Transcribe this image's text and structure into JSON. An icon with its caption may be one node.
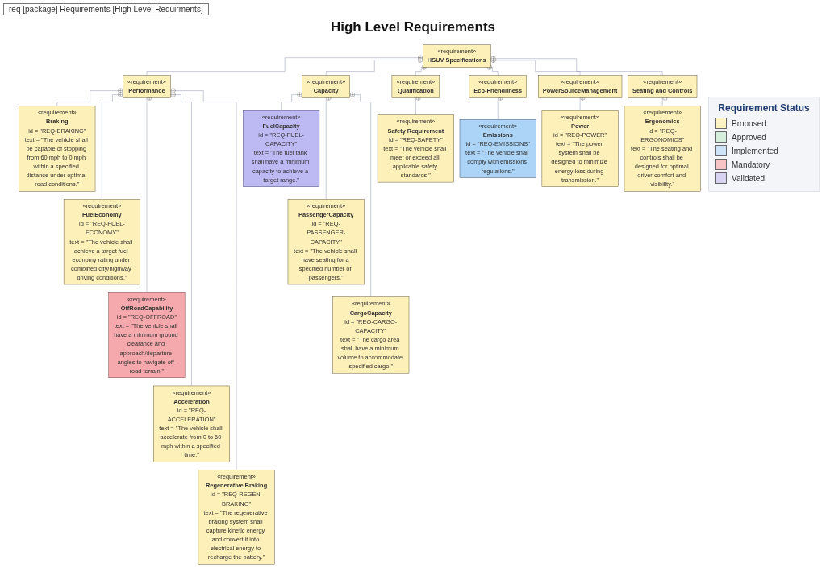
{
  "diagram": {
    "title": "High Level Requirements",
    "nodes": [
      {
        "text": [
          "«requirement»",
          "HSUV Specifications"
        ]
      },
      {
        "text": [
          "«requirement»",
          "Performance"
        ]
      },
      {
        "text": [
          "«requirement»",
          "Capacity"
        ]
      },
      {
        "text": [
          "«requirement»",
          "Qualification"
        ]
      },
      {
        "text": [
          "«requirement»",
          "Eco-Friendliness"
        ]
      },
      {
        "text": [
          "«requirement»",
          "PowerSourceManagement"
        ]
      },
      {
        "text": [
          "«requirement»",
          "Seating and Controls"
        ]
      },
      {
        "text": [
          "«requirement»",
          "Braking",
          "id = \"REQ-BRAKING\"",
          "text = \"The vehicle shall be capable of stopping from 60 mph to 0 mph within a specified distance under optimal road conditions.\""
        ]
      },
      {
        "text": [
          "«requirement»",
          "FuelCapacity",
          "id = \"REQ-FUEL-CAPACITY\"",
          "text = \"The fuel tank shall have a minimum capacity to achieve a target range.\""
        ]
      },
      {
        "text": [
          "«requirement»",
          "Safety Requirement",
          "id = \"REQ-SAFETY\"",
          "text = \"The vehicle shall meet or exceed all applicable safety standards.\""
        ]
      },
      {
        "text": [
          "«requirement»",
          "Emissions",
          "id = \"REQ-EMISSIONS\"",
          "text = \"The vehicle shall comply with emissions regulations.\""
        ]
      },
      {
        "text": [
          "«requirement»",
          "Power",
          "id = \"REQ-POWER\"",
          "text = \"The power system shall be designed to minimize energy loss during transmission.\""
        ]
      },
      {
        "text": [
          "«requirement»",
          "Ergonomics",
          "id = \"REQ-ERGONOMICS\"",
          "text = \"The seating and controls shall be designed for optimal driver comfort and visibility.\""
        ]
      },
      {
        "text": [
          "«requirement»",
          "FuelEconomy",
          "id = \"REQ-FUEL-ECONOMY\"",
          "text = \"The vehicle shall achieve a target fuel economy rating under combined city/highway driving conditions.\""
        ]
      },
      {
        "text": [
          "«requirement»",
          "PassengerCapacity",
          "id = \"REQ-PASSENGER-CAPACITY\"",
          "text = \"The vehicle shall have seating for a specified number of passengers.\""
        ]
      },
      {
        "text": [
          "«requirement»",
          "OffRoadCapability",
          "id = \"REQ-OFFROAD\"",
          "text = \"The vehicle shall have a minimum ground clearance and approach/departure angles to navigate off-road terrain.\""
        ]
      },
      {
        "text": [
          "«requirement»",
          "CargoCapacity",
          "id = \"REQ-CARGO-CAPACITY\"",
          "text = \"The cargo area shall have a minimum volume to accommodate specified cargo.\""
        ]
      },
      {
        "text": [
          "«requirement»",
          "Acceleration",
          "id = \"REQ-ACCELERATION\"",
          "text = \"The vehicle shall accelerate from 0 to 60 mph within a specified time.\""
        ]
      },
      {
        "text": [
          "«requirement»",
          "Regenerative Braking",
          "id = \"REQ-REGEN-BRAKING\"",
          "text = \"The regenerative braking system shall capture kinetic energy and convert it into electrical energy to recharge the battery.\""
        ]
      }
    ],
    "edges": [
      {
        "from": 0,
        "to": 1,
        "arrow": "other"
      },
      {
        "from": 0,
        "to": 2,
        "arrow": "other"
      },
      {
        "from": 0,
        "to": 3,
        "arrow": "other"
      },
      {
        "from": 0,
        "to": 4,
        "arrow": "other"
      },
      {
        "from": 0,
        "to": 5,
        "arrow": "other"
      },
      {
        "from": 0,
        "to": 6,
        "arrow": "other"
      },
      {
        "from": 1,
        "to": 7,
        "arrow": "other"
      },
      {
        "from": 1,
        "to": 13,
        "arrow": "other"
      },
      {
        "from": 1,
        "to": 15,
        "arrow": "other"
      },
      {
        "from": 1,
        "to": 17,
        "arrow": "other"
      },
      {
        "from": 1,
        "to": 18,
        "arrow": "other"
      },
      {
        "from": 2,
        "to": 8,
        "arrow": "other"
      },
      {
        "from": 2,
        "to": 14,
        "arrow": "other"
      },
      {
        "from": 2,
        "to": 16,
        "arrow": "other"
      },
      {
        "from": 3,
        "to": 9,
        "arrow": "other"
      },
      {
        "from": 4,
        "to": 10,
        "arrow": "other"
      },
      {
        "from": 5,
        "to": 11,
        "arrow": "other"
      },
      {
        "from": 6,
        "to": 12,
        "arrow": "other"
      }
    ],
    "labels": [
      "req [package] Requirements [High Level Requirments]",
      "Requirement Status"
    ],
    "legend": [
      {
        "text": "Proposed",
        "color": "#fdf3c4"
      },
      {
        "text": "Approved",
        "color": "#d5eedc"
      },
      {
        "text": "Implemented",
        "color": "#cde3f7"
      },
      {
        "text": "Mandatory",
        "color": "#f7c4c6"
      },
      {
        "text": "Validated",
        "color": "#d8d3f3"
      }
    ]
  }
}
